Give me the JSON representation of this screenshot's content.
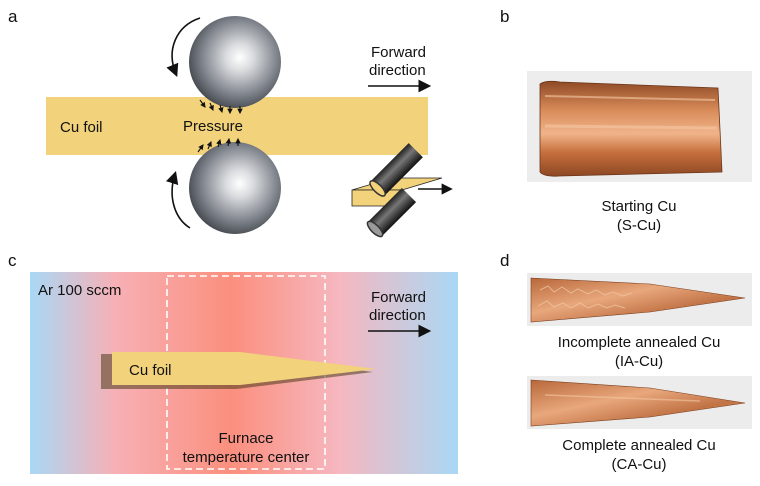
{
  "panels": {
    "a": {
      "letter": "a",
      "foil_label": "Cu foil",
      "pressure_label": "Pressure",
      "direction_line1": "Forward",
      "direction_line2": "direction"
    },
    "b": {
      "letter": "b",
      "caption_line1": "Starting Cu",
      "caption_line2": "(S-Cu)"
    },
    "c": {
      "letter": "c",
      "gas_label": "Ar 100 sccm",
      "foil_label": "Cu foil",
      "direction_line1": "Forward",
      "direction_line2": "direction",
      "furnace_line1": "Furnace",
      "furnace_line2": "temperature center"
    },
    "d": {
      "letter": "d",
      "caption1_line1": "Incomplete annealed Cu",
      "caption1_line2": "(IA-Cu)",
      "caption2_line1": "Complete annealed Cu",
      "caption2_line2": "(CA-Cu)"
    }
  },
  "colors": {
    "foil": "#f2d27a",
    "roller": "#8a8f96",
    "copper": "#c8703e",
    "furnace_hot": "#fb8f7e",
    "furnace_cool": "#a9d8f5"
  }
}
